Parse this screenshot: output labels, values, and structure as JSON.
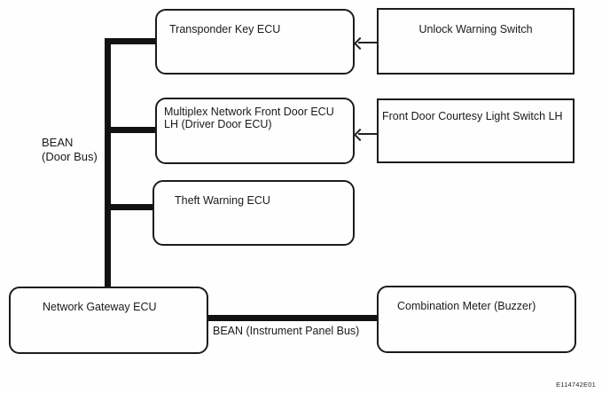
{
  "figure_code": "E114742E01",
  "nodes": {
    "transponder": {
      "label": "Transponder Key ECU",
      "shape": "rounded"
    },
    "unlock": {
      "label": "Unlock Warning Switch",
      "shape": "rectangle"
    },
    "multiplex": {
      "label_line1": "Multiplex Network Front Door ECU",
      "label_line2": "LH (Driver Door ECU)",
      "shape": "rounded"
    },
    "courtesy": {
      "label": "Front Door Courtesy Light Switch LH",
      "shape": "rectangle"
    },
    "theft": {
      "label": "Theft Warning ECU",
      "shape": "rounded"
    },
    "gateway": {
      "label": "Network Gateway ECU",
      "shape": "rounded"
    },
    "combination": {
      "label": "Combination Meter (Buzzer)",
      "shape": "rounded"
    }
  },
  "buses": {
    "door_bus": {
      "name": "BEAN",
      "scope": "(Door Bus)",
      "members": [
        "transponder",
        "multiplex",
        "theft",
        "gateway"
      ]
    },
    "instrument_panel_bus": {
      "label": "BEAN (Instrument Panel Bus)",
      "members": [
        "gateway",
        "combination"
      ]
    }
  },
  "connections": [
    {
      "from": "unlock",
      "to": "transponder",
      "type": "arrow"
    },
    {
      "from": "courtesy",
      "to": "multiplex",
      "type": "arrow"
    }
  ]
}
